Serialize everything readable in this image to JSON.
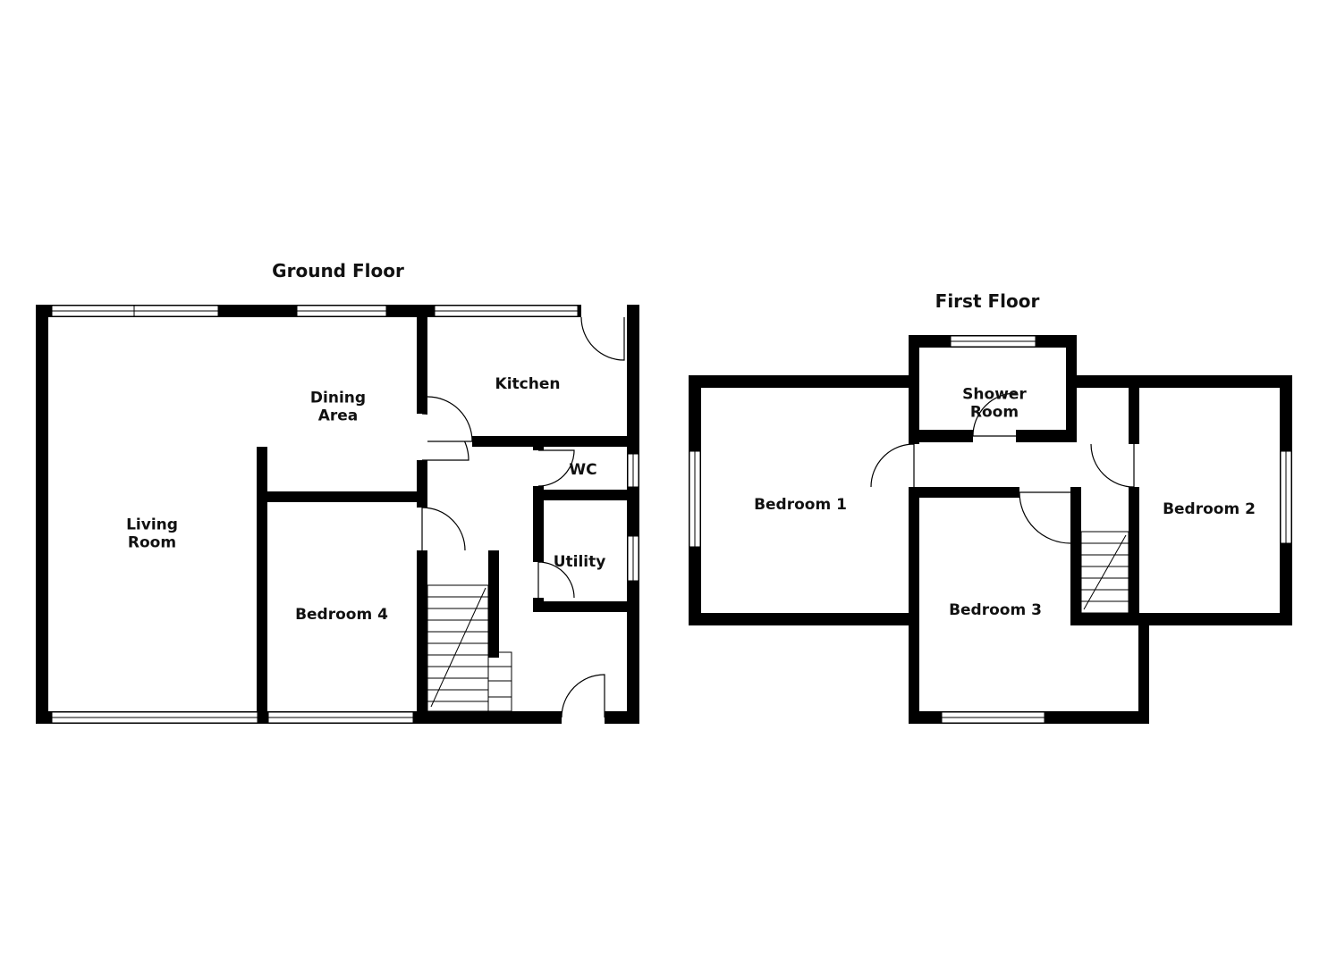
{
  "colors": {
    "wall": "#000000",
    "background": "#ffffff",
    "text": "#111111"
  },
  "ground_floor": {
    "title": "Ground Floor",
    "rooms": {
      "living_room": "Living\nRoom",
      "dining_area": "Dining\nArea",
      "kitchen": "Kitchen",
      "wc": "WC",
      "utility": "Utility",
      "bedroom_4": "Bedroom 4"
    }
  },
  "first_floor": {
    "title": "First Floor",
    "rooms": {
      "bedroom_1": "Bedroom 1",
      "shower_room": "Shower\nRoom",
      "bedroom_2": "Bedroom 2",
      "bedroom_3": "Bedroom 3"
    }
  }
}
